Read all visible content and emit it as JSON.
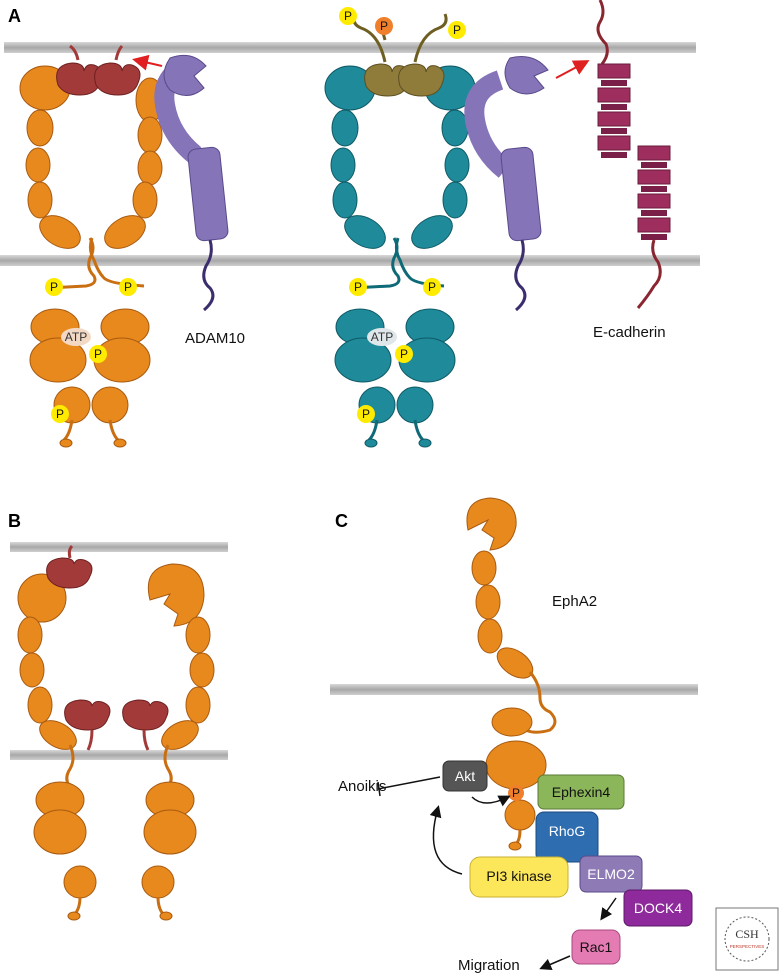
{
  "panels": {
    "a": "A",
    "b": "B",
    "c": "C"
  },
  "labels": {
    "adam10": "ADAM10",
    "ecadherin": "E-cadherin",
    "epha2": "EphA2",
    "atp": "ATP",
    "phospho": "P"
  },
  "pathway": {
    "akt": "Akt",
    "ephexin4": "Ephexin4",
    "rhog": "RhoG",
    "elmo2": "ELMO2",
    "dock4": "DOCK4",
    "pi3k": "PI3 kinase",
    "rac1": "Rac1",
    "anoikis": "Anoikis",
    "migration": "Migration"
  },
  "logo": {
    "main": "CSH",
    "sub": "PERSPECTIVES"
  },
  "colors": {
    "orange": "#E8891E",
    "teal": "#1F8A9A",
    "ligand_red": "#A23A3A",
    "ligand_olive": "#8F7B3A",
    "adam_purple": "#8574B8",
    "cadherin": "#9E2E5E",
    "membrane": "#B5B5B5",
    "phospho_yellow": "#FFEB00",
    "akt": "#555555",
    "ephexin4": "#8CB65A",
    "rhog": "#2E6DB0",
    "elmo2": "#8E7BB5",
    "dock4": "#8E2A9B",
    "pi3k": "#FCE65A",
    "rac1": "#E57BB3"
  }
}
